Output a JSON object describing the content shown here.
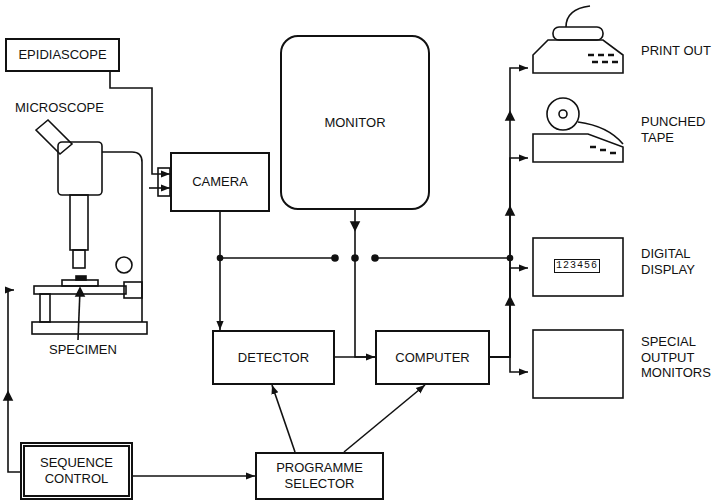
{
  "diagram": {
    "nodes": [
      {
        "text": [
          "EPIDIASCOPE"
        ]
      },
      {
        "text": [
          "MICROSCOPE",
          "SPECIMEN"
        ]
      },
      {
        "text": [
          "MONITOR"
        ]
      },
      {
        "text": [
          "CAMERA"
        ]
      },
      {
        "text": [
          "DETECTOR"
        ]
      },
      {
        "text": [
          "COMPUTER"
        ]
      },
      {
        "text": [
          "SEQUENCE CONTROL"
        ]
      },
      {
        "text": [
          "PROGRAMME SELECTOR"
        ]
      },
      {
        "text": [
          "PRINT OUT"
        ]
      },
      {
        "text": [
          "PUNCHED TAPE"
        ]
      },
      {
        "text": [
          "123456",
          "DIGITAL DISPLAY"
        ]
      },
      {
        "text": [
          "SPECIAL OUTPUT MONITORS"
        ]
      }
    ],
    "edges": [
      {
        "from": 0,
        "to": 3,
        "arrow": "to"
      },
      {
        "from": 1,
        "to": 3,
        "arrow": "to"
      },
      {
        "from": 3,
        "to": 4,
        "arrow": "to"
      },
      {
        "from": 4,
        "to": 5,
        "arrow": "none"
      },
      {
        "from": 2,
        "to": 5,
        "arrow": "to"
      },
      {
        "from": 5,
        "to": 8,
        "arrow": "to"
      },
      {
        "from": 5,
        "to": 9,
        "arrow": "to"
      },
      {
        "from": 5,
        "to": 10,
        "arrow": "to"
      },
      {
        "from": 5,
        "to": 11,
        "arrow": "to"
      },
      {
        "from": 6,
        "to": 1,
        "arrow": "to"
      },
      {
        "from": 6,
        "to": 7,
        "arrow": "to"
      },
      {
        "from": 7,
        "to": 4,
        "arrow": "to"
      },
      {
        "from": 7,
        "to": 5,
        "arrow": "to"
      }
    ]
  }
}
